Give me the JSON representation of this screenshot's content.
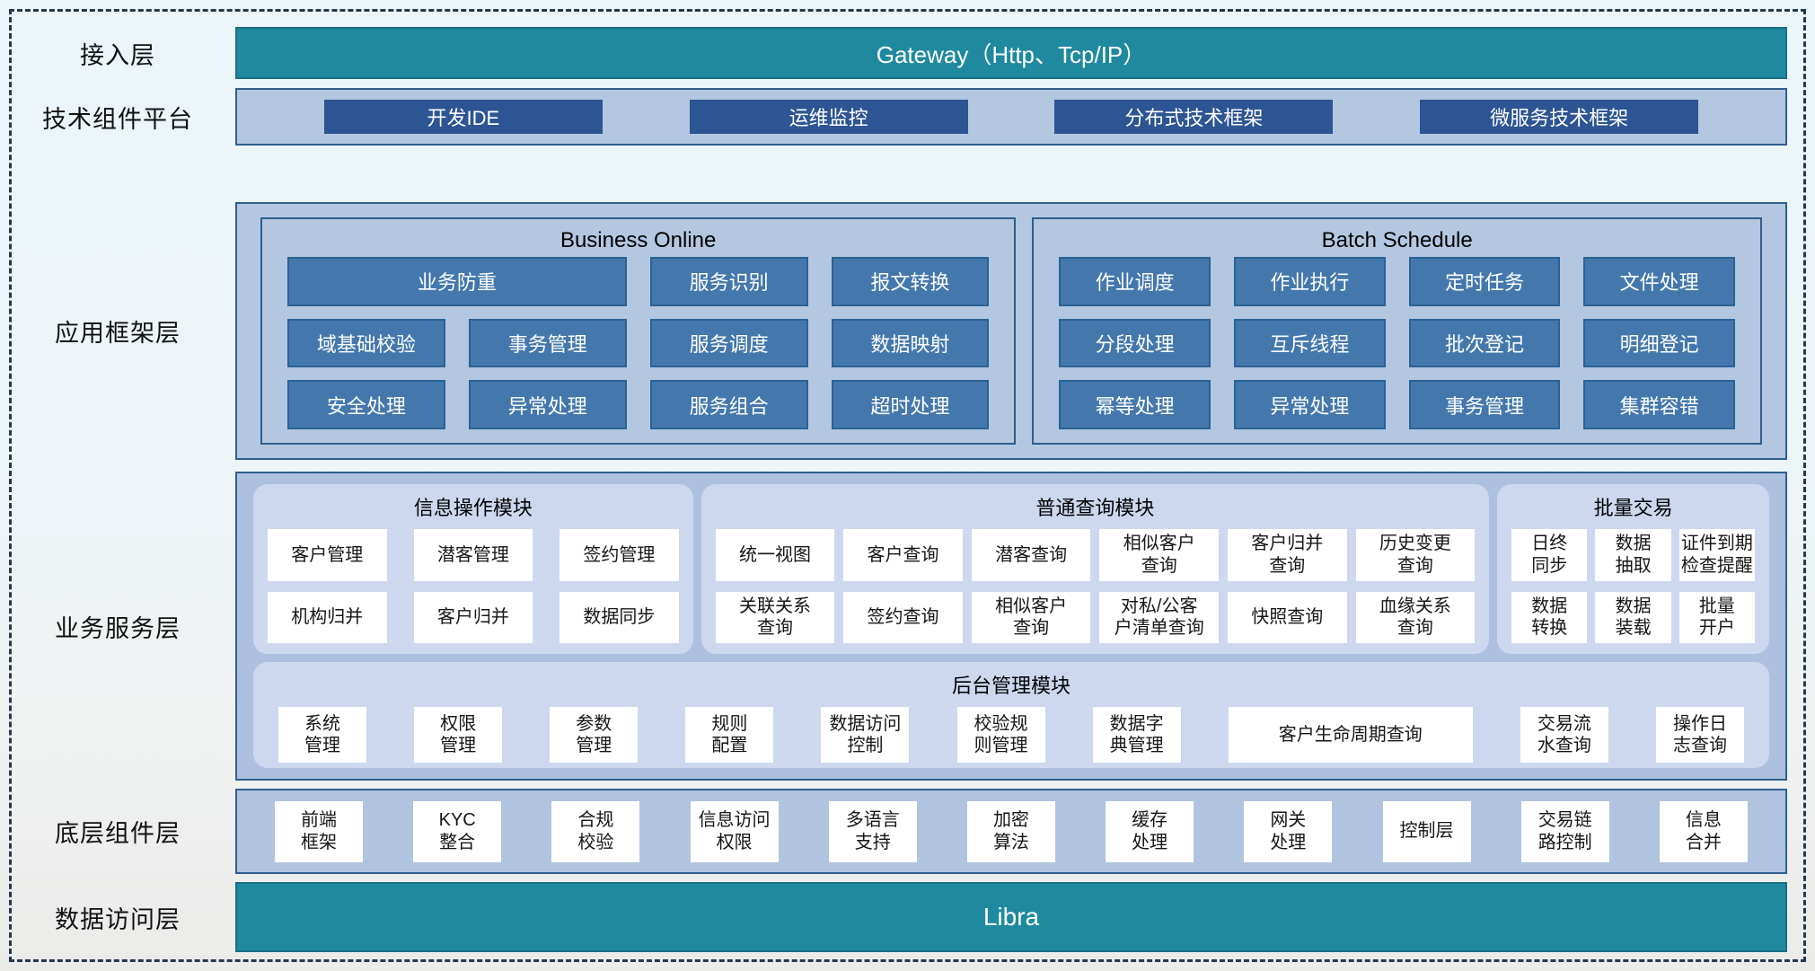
{
  "colors": {
    "teal": "#1f8a9f",
    "navy": "#2d5493",
    "blue": "#4478ad",
    "container_bg": "#b4c7e1",
    "service_bg": "#adc0e0",
    "panel_light": "#cdd8ef",
    "border": "#2d5f8e",
    "dashed_frame": "#24384e"
  },
  "access": {
    "label": "接入层",
    "bar": "Gateway（Http、Tcp/IP）"
  },
  "tech_platform": {
    "label": "技术组件平台",
    "items": [
      "开发IDE",
      "运维监控",
      "分布式技术框架",
      "微服务技术框架"
    ]
  },
  "app_framework": {
    "label": "应用框架层",
    "business_online": {
      "title": "Business Online",
      "items": [
        {
          "label": "业务防重",
          "span": 2
        },
        "服务识别",
        "报文转换",
        "域基础校验",
        "事务管理",
        "服务调度",
        "数据映射",
        "安全处理",
        "异常处理",
        "服务组合",
        "超时处理"
      ]
    },
    "batch_schedule": {
      "title": "Batch Schedule",
      "items": [
        "作业调度",
        "作业执行",
        "定时任务",
        "文件处理",
        "分段处理",
        "互斥线程",
        "批次登记",
        "明细登记",
        "幂等处理",
        "异常处理",
        "事务管理",
        "集群容错"
      ]
    }
  },
  "business_service": {
    "label": "业务服务层",
    "info_module": {
      "title": "信息操作模块",
      "items": [
        "客户管理",
        "潜客管理",
        "签约管理",
        "机构归并",
        "客户归并",
        "数据同步"
      ]
    },
    "query_module": {
      "title": "普通查询模块",
      "items": [
        "统一视图",
        "客户查询",
        "潜客查询",
        "相似客户\n查询",
        "客户归并\n查询",
        "历史变更\n查询",
        "关联关系\n查询",
        "签约查询",
        "相似客户\n查询",
        "对私/公客\n户清单查询",
        "快照查询",
        "血缘关系\n查询"
      ]
    },
    "batch_trade": {
      "title": "批量交易",
      "items": [
        "日终\n同步",
        "数据\n抽取",
        "证件到期\n检查提醒",
        "数据\n转换",
        "数据\n装载",
        "批量\n开户"
      ]
    },
    "admin_module": {
      "title": "后台管理模块",
      "items": [
        "系统\n管理",
        "权限\n管理",
        "参数\n管理",
        "规则\n配置",
        "数据访问\n控制",
        "校验规\n则管理",
        "数据字\n典管理",
        {
          "label": "客户生命周期查询",
          "span": 2
        },
        "交易流\n水查询",
        "操作日\n志查询"
      ]
    }
  },
  "base_components": {
    "label": "底层组件层",
    "items": [
      "前端\n框架",
      "KYC\n整合",
      "合规\n校验",
      "信息访问\n权限",
      "多语言\n支持",
      "加密\n算法",
      "缓存\n处理",
      "网关\n处理",
      "控制层",
      "交易链\n路控制",
      "信息\n合并"
    ]
  },
  "data_access": {
    "label": "数据访问层",
    "bar": "Libra"
  }
}
